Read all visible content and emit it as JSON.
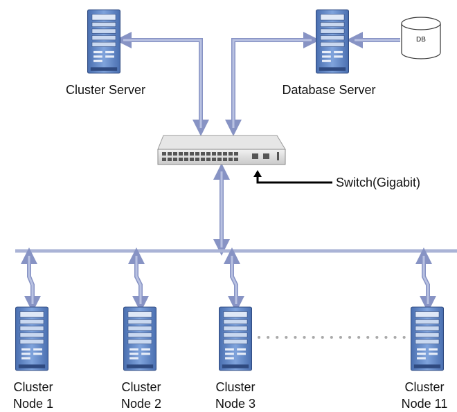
{
  "servers": {
    "cluster_server": "Cluster Server",
    "database_server": "Database Server"
  },
  "db": {
    "label": "DB"
  },
  "switch": {
    "label": "Switch(Gigabit)"
  },
  "nodes": [
    {
      "line1": "Cluster",
      "line2": "Node 1"
    },
    {
      "line1": "Cluster",
      "line2": "Node 2"
    },
    {
      "line1": "Cluster",
      "line2": "Node 3"
    },
    {
      "line1": "Cluster",
      "line2": "Node 11"
    }
  ],
  "colors": {
    "link": "#a9b4d8",
    "link_stroke": "#8793c4",
    "server_body": "#5f86c8",
    "server_dark": "#3f5f9a",
    "bus": "#aab3d6"
  }
}
